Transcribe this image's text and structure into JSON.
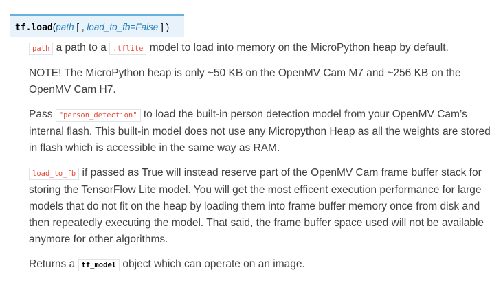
{
  "signature": {
    "module": "tf.",
    "function": "load",
    "open_paren": "(",
    "param_path": "path",
    "optional_open": " [ , ",
    "param_load_to_fb": "load_to_fb=False",
    "optional_close": " ]",
    "close_paren": " )"
  },
  "paragraphs": {
    "p1": {
      "code_path": "path",
      "text_a": " a path to a ",
      "code_tflite": ".tflite",
      "text_b": " model to load into memory on the MicroPython heap by default."
    },
    "p2": {
      "text": "NOTE! The MicroPython heap is only ~50 KB on the OpenMV Cam M7 and ~256 KB on the OpenMV Cam H7."
    },
    "p3": {
      "text_a": "Pass ",
      "code_person": "\"person_detection\"",
      "text_b": " to load the built-in person detection model from your OpenMV Cam’s internal flash. This built-in model does not use any Micropython Heap as all the weights are stored in flash which is accessible in the same way as RAM."
    },
    "p4": {
      "code_load_to_fb": "load_to_fb",
      "text": " if passed as True will instead reserve part of the OpenMV Cam frame buffer stack for storing the TensorFlow Lite model. You will get the most efficent execution performance for large models that do not fit on the heap by loading them into frame buffer memory once from disk and then repeatedly executing the model. That said, the frame buffer space used will not be available anymore for other algorithms."
    },
    "p5": {
      "text_a": "Returns a ",
      "code_tf_model": "tf_model",
      "text_b": " object which can operate on an image."
    }
  }
}
